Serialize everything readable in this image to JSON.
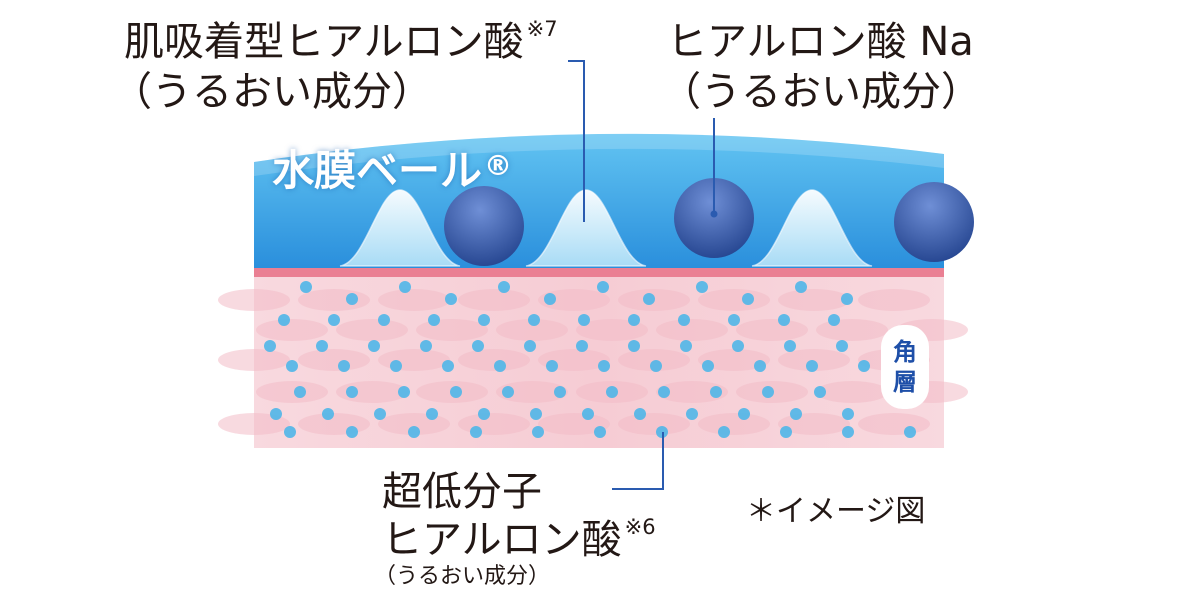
{
  "labels": {
    "top_left": {
      "line1": "肌吸着型ヒアルロン酸",
      "note": "※7",
      "line2": "（うるおい成分）"
    },
    "top_right": {
      "line1": "ヒアルロン酸 Na",
      "line2": "（うるおい成分）"
    },
    "bottom": {
      "line1": "超低分子",
      "line2": "ヒアルロン酸",
      "note": "※6",
      "line3": "（うるおい成分）"
    },
    "image_note": "＊イメージ図"
  },
  "film": {
    "name": "水膜ベール",
    "mark": "®"
  },
  "skin_layer": {
    "char1": "角",
    "char2": "層"
  },
  "icons": {
    "film_bump": "translucent-hyaluronic-bump-icon",
    "film_sphere": "hyaluronic-na-sphere-icon",
    "skin_dot": "ultra-low-molecular-dot-icon"
  },
  "colors": {
    "film_blue": "#2a8fdc",
    "film_top": "#62c4f2",
    "sphere": "#2c4f9e",
    "bump": "#c8eefb",
    "skin_pink": "#f7cfd6",
    "skin_line": "#ea7f93",
    "dot": "#4fb6e8",
    "leader": "#2a5bb0",
    "text": "#231815"
  }
}
